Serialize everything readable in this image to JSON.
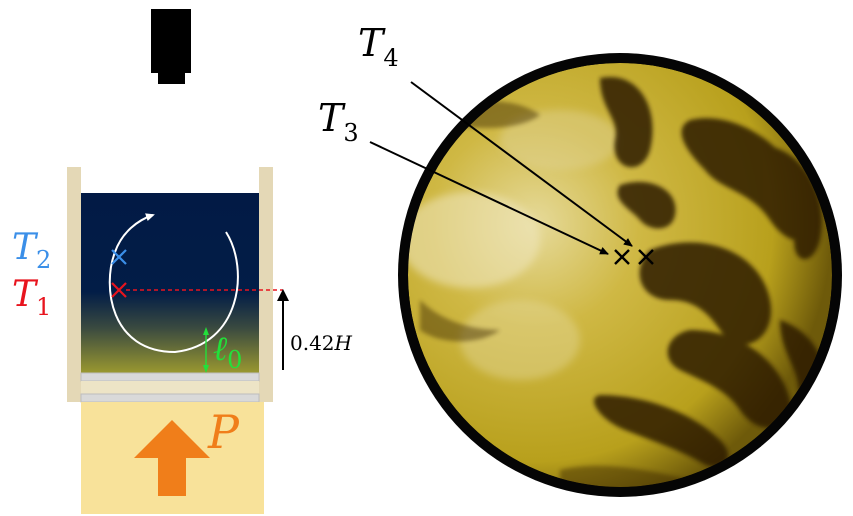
{
  "labels": {
    "t1": {
      "main": "T",
      "sub": "1"
    },
    "t2": {
      "main": "T",
      "sub": "2"
    },
    "t3": {
      "main": "T",
      "sub": "3"
    },
    "t4": {
      "main": "T",
      "sub": "4"
    },
    "ell0": {
      "main": "ℓ",
      "sub": "0"
    },
    "height": {
      "num": "0.42",
      "var": "H"
    },
    "power": "P"
  },
  "colors": {
    "t1": "#e8141e",
    "t2": "#3b8fe8",
    "ell0": "#22e03a",
    "power": "#f07e1a",
    "frame": "#e4d8b6",
    "fluid_top": "#021a45",
    "fluid_bottom": "#8a8a2c",
    "heater": "#f8e29a",
    "dye": "#c8a818",
    "rim": "#050505"
  },
  "icons": {
    "camera": "camera-icon",
    "flow": "circulation-arrow",
    "heat": "up-arrow-icon",
    "probe": "cross-marker"
  }
}
